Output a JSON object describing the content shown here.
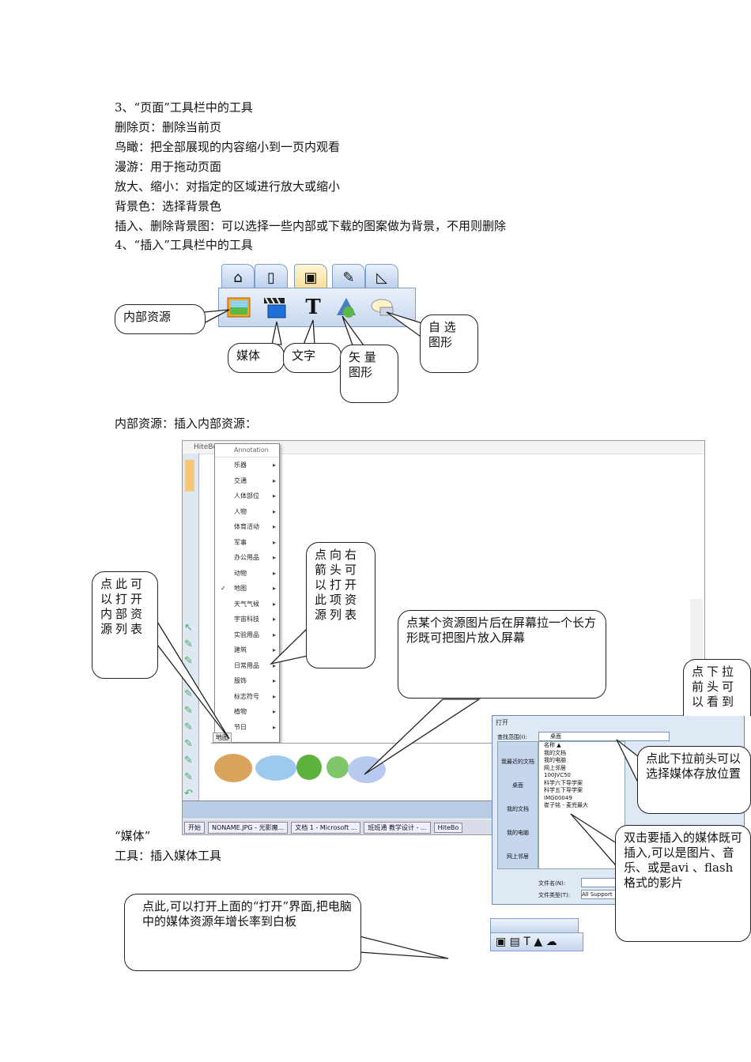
{
  "lines": {
    "l1": "3、“页面”工具栏中的工具",
    "l2": "删除页：删除当前页",
    "l3": "鸟瞰：把全部展现的内容缩小到一页内观看",
    "l4": "漫游：用于拖动页面",
    "l5": "放大、缩小：对指定的区域进行放大或缩小",
    "l6": "背景色：选择背景色",
    "l7": "插入、删除背景图：可以选择一些内部或下载的图案做为背景，不用则删除",
    "l8": "4、“插入”工具栏中的工具",
    "l9": "内部资源：插入内部资源：",
    "l10": "“媒体”",
    "l11": "工具：插入媒体工具"
  },
  "toolbar_callouts": {
    "internal": "内部资源",
    "media": "媒体",
    "text": "文字",
    "vector": "矢  量\n图形",
    "custom": "自  选\n图形"
  },
  "screenshot": {
    "title": "HiteBoa",
    "menu_header": "Annotation",
    "menu_items": [
      "乐器",
      "交通",
      "人体部位",
      "人物",
      "体育活动",
      "军事",
      "办公用品",
      "动物",
      "地图",
      "天气气候",
      "宇宙科技",
      "实验用品",
      "建筑",
      "日常用品",
      "服饰",
      "标志符号",
      "植物",
      "节日"
    ],
    "strip_label": "地图",
    "taskbar": [
      "开始",
      "NONAME.JPG - 光影魔...",
      "文档 1 - Microsoft ...",
      "班班通  教学设计 - ...",
      "HiteBo"
    ]
  },
  "dialog": {
    "title": "打开",
    "look_in_label": "查找范围(I):",
    "look_in_value": "桌面",
    "side": [
      "我最近的文档",
      "桌面",
      "我的文档",
      "我的电脑",
      "网上邻居"
    ],
    "list_header": "名称 ▲",
    "list": [
      "我的文档",
      "我的电脑",
      "网上邻居",
      "100JVC50",
      "科学六下导学案",
      "科学五下导学案",
      "IMG00049",
      "崔子铭 - 麦兜最大"
    ],
    "filename_label": "文件名(N):",
    "filetype_label": "文件类型(T):",
    "filetype_value": "All Support"
  },
  "callouts": {
    "open_list": "点此可以打开内部资源列表",
    "arrow_right": "点向右箭头可以打开此项资源列表",
    "click_resource": "点某个资源图片后在屏幕拉一个长方形既可把图片放入屏幕",
    "dropdown_top": "点下拉前头可以看到",
    "dropdown": "点此下拉前头可以选择媒体存放位置",
    "double_click": "双击要插入的媒体既可插入,可以是图片、音乐、或是avi 、flash格式的影片",
    "open_dialog": "点此,可以打开上面的“打开”界面,把电脑中的媒体资源年增长率到白板"
  }
}
